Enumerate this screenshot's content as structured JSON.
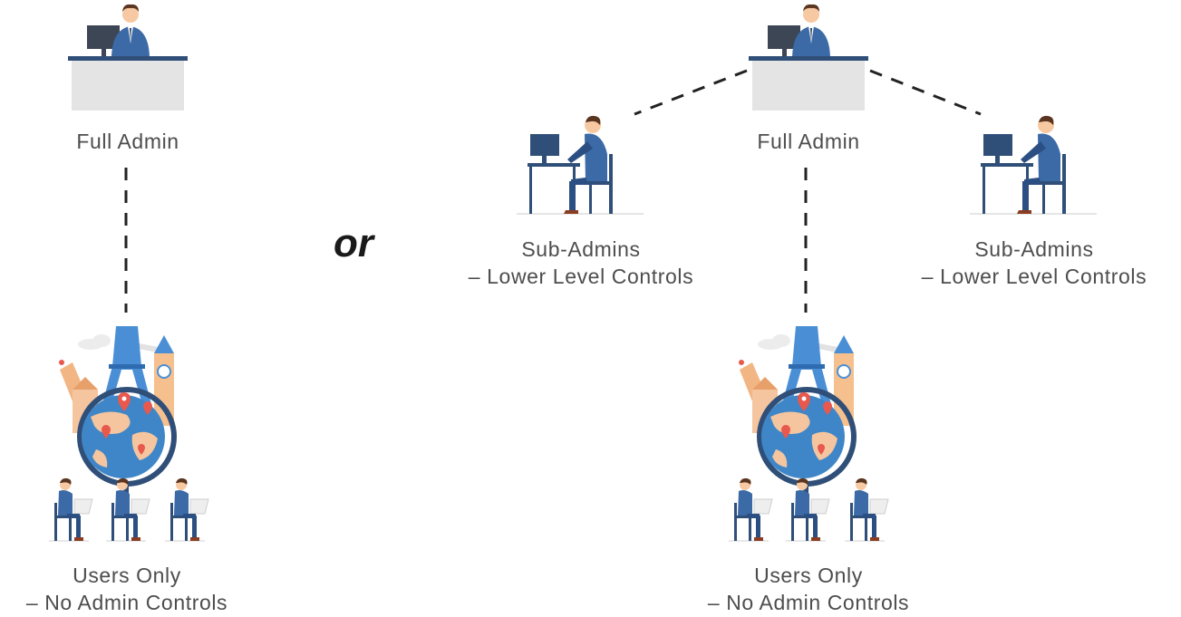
{
  "left_diagram": {
    "full_admin_label": "Full Admin",
    "users_label_line1": "Users Only",
    "users_label_line2": "– No Admin Controls"
  },
  "separator": "or",
  "right_diagram": {
    "full_admin_label": "Full Admin",
    "sub_admin_left_line1": "Sub-Admins",
    "sub_admin_left_line2": "– Lower Level Controls",
    "sub_admin_right_line1": "Sub-Admins",
    "sub_admin_right_line2": "– Lower Level Controls",
    "users_label_line1": "Users Only",
    "users_label_line2": "– No Admin Controls"
  },
  "colors": {
    "suit": "#3b6aa6",
    "suit_dark": "#2b4f82",
    "desk_top": "#2f4f78",
    "desk_front": "#e4e4e4",
    "monitor": "#3d4654",
    "globe_ocean": "#3f86c8",
    "globe_land": "#f4c59e",
    "tower": "#4a8fd6",
    "pin": "#e8584d",
    "dash": "#222222"
  },
  "icons": [
    "admin-at-desk-icon",
    "sub-admin-at-computer-icon",
    "travel-globe-icon",
    "user-at-laptop-icon"
  ]
}
